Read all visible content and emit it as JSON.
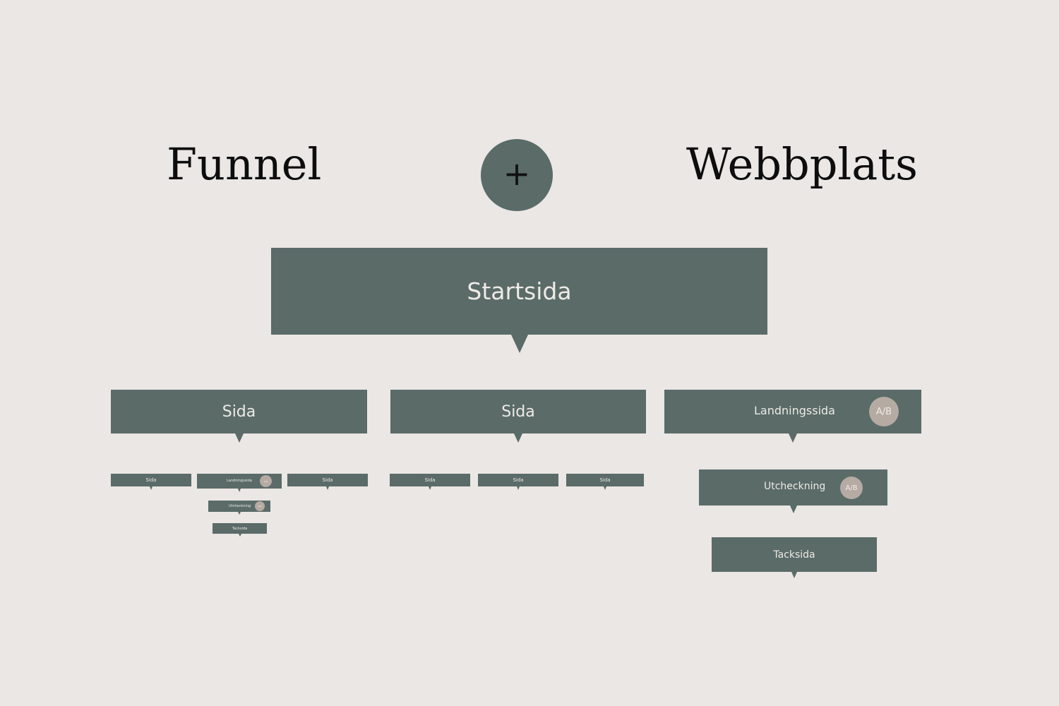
{
  "header": {
    "left_title": "Funnel",
    "plus_symbol": "+",
    "right_title": "Webbplats"
  },
  "diagram": {
    "root": "Startsida",
    "branches": {
      "left": {
        "label": "Sida",
        "children": [
          "Sida",
          "Landningssida",
          "Sida"
        ],
        "landing_badge": "A/B",
        "checkout": "Utcheckning",
        "checkout_badge": "A/B",
        "thanks": "Tacksida"
      },
      "middle": {
        "label": "Sida",
        "children": [
          "Sida",
          "Sida",
          "Sida"
        ]
      },
      "right": {
        "label": "Landningssida",
        "badge": "A/B",
        "checkout": "Utcheckning",
        "checkout_badge": "A/B",
        "thanks": "Tacksida"
      }
    }
  },
  "colors": {
    "background": "#ebe7e4",
    "box": "#5a6b68",
    "badge": "#b5aba3",
    "box_text": "#eeeae6",
    "title_text": "#0d0d0d"
  }
}
